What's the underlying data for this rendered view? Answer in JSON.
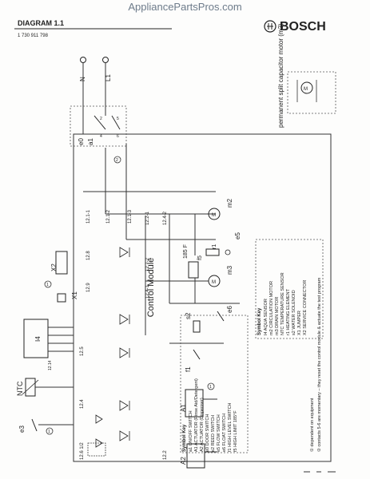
{
  "watermark": "AppliancePartsPros.com",
  "header": {
    "diagram": "DIAGRAM 1.1",
    "part_number": "1 730 911 798",
    "brand": "BOSCH"
  },
  "components": {
    "control_module": "Control Module",
    "ntc": "NTC",
    "i4": "I4",
    "x1": "X1",
    "x2": "X2",
    "a1": "A1",
    "a2": "A2",
    "e3": "e3",
    "e5": "e5",
    "e6": "e6",
    "m2": "m2",
    "m3": "m3",
    "s2": "s2",
    "f1": "f1",
    "r1": "r1",
    "f5": "f5",
    "temp": "185 F",
    "e0": "e0",
    "a1_switch": "a1",
    "n": "N",
    "l1": "L1",
    "m2_title": "permanent split capacitor motor (m2)"
  },
  "connectors": {
    "12_1_1": "12.1-1",
    "12_1_2": "12.1-2",
    "12_1_3": "12.1-3",
    "12_2_1": "12.2-1",
    "12_4_2": "12.4-2",
    "12_7_2": "12.7-2",
    "12_4_1": "12.4-1",
    "12_8": "12.8",
    "12_9": "12.9",
    "12_5": "12.5",
    "12_4": "12.4",
    "12_6": "12.6 1/2",
    "12_2": "12.2",
    "12_14": "12.14"
  },
  "symbol_key_left": {
    "title": "Symbol Key",
    "items": [
      "a1  ON/OFF SWITCH",
      "A1  ACTUATOR (Rinse Aid/Detergent)",
      "A2  ACTUATOR (Dispenser)",
      "e0  DOOR SWITCH",
      "e2  REED SWITCH",
      "e5  FLOW SWITCH",
      "e6  FLOAT SWITCH",
      "f1  HIGH LEVEL SWITCH",
      "f5  HIGH LIMIT 185°F"
    ]
  },
  "symbol_key_right": {
    "title": "Symbol Key",
    "items": [
      "I4  AQUA SENSOR",
      "m2  CIRCULATION MOTOR",
      "m3  DRAIN MOTOR",
      "NTC  TEMPERATURE SENSOR",
      "r1  HEATING ELEMENT",
      "s2  WATER SOLENOID",
      "X1  JUMPER",
      "X2  SERVICE CONNECTOR"
    ]
  },
  "notes": [
    "① dependent on equipment",
    "② contacts 5-6 are momentary – they reset the control module & actuate the test program"
  ]
}
